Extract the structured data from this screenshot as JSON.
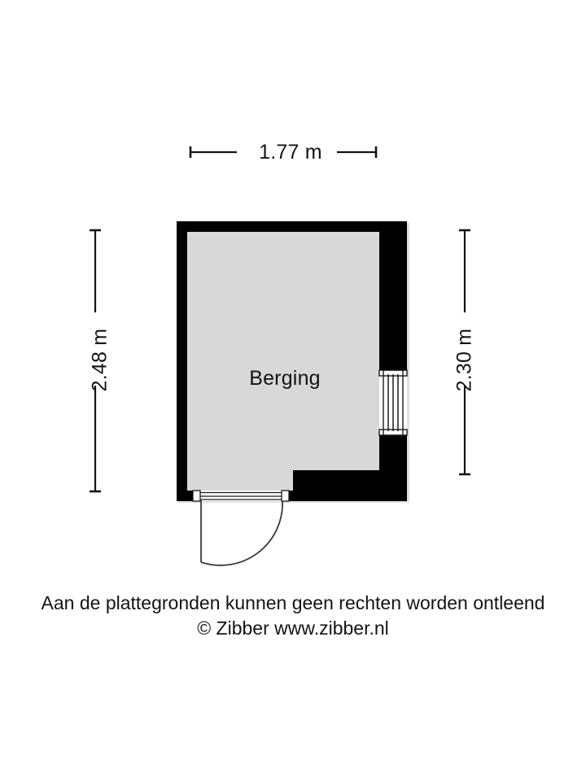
{
  "document": {
    "type": "floor-plan",
    "background_color": "#ffffff"
  },
  "floorplan": {
    "room_label": "Berging",
    "wall_color": "#000000",
    "floor_fill": "#d8d8d8",
    "outline_color": "#000000",
    "rooms": [
      {
        "name": "Berging",
        "label": "Berging",
        "width_m": "1.77",
        "depth_left_m": "2.48",
        "depth_right_m": "2.30"
      }
    ],
    "openings": [
      {
        "kind": "window",
        "name": "window-right-wall",
        "wall": "right",
        "orientation": "vertical"
      },
      {
        "kind": "door",
        "name": "door-bottom-wall",
        "wall": "bottom",
        "swing": "outward",
        "hinge": "left"
      }
    ]
  },
  "dimensions": {
    "top": {
      "name": "dimension-top",
      "value": "1.77 m",
      "orientation": "horizontal"
    },
    "left": {
      "name": "dimension-left",
      "value": "2.48 m",
      "orientation": "vertical"
    },
    "right": {
      "name": "dimension-right",
      "value": "2.30 m",
      "orientation": "vertical"
    }
  },
  "footer": {
    "disclaimer": "Aan de plattegronden kunnen geen rechten worden ontleend",
    "copyright": "© Zibber www.zibber.nl"
  }
}
